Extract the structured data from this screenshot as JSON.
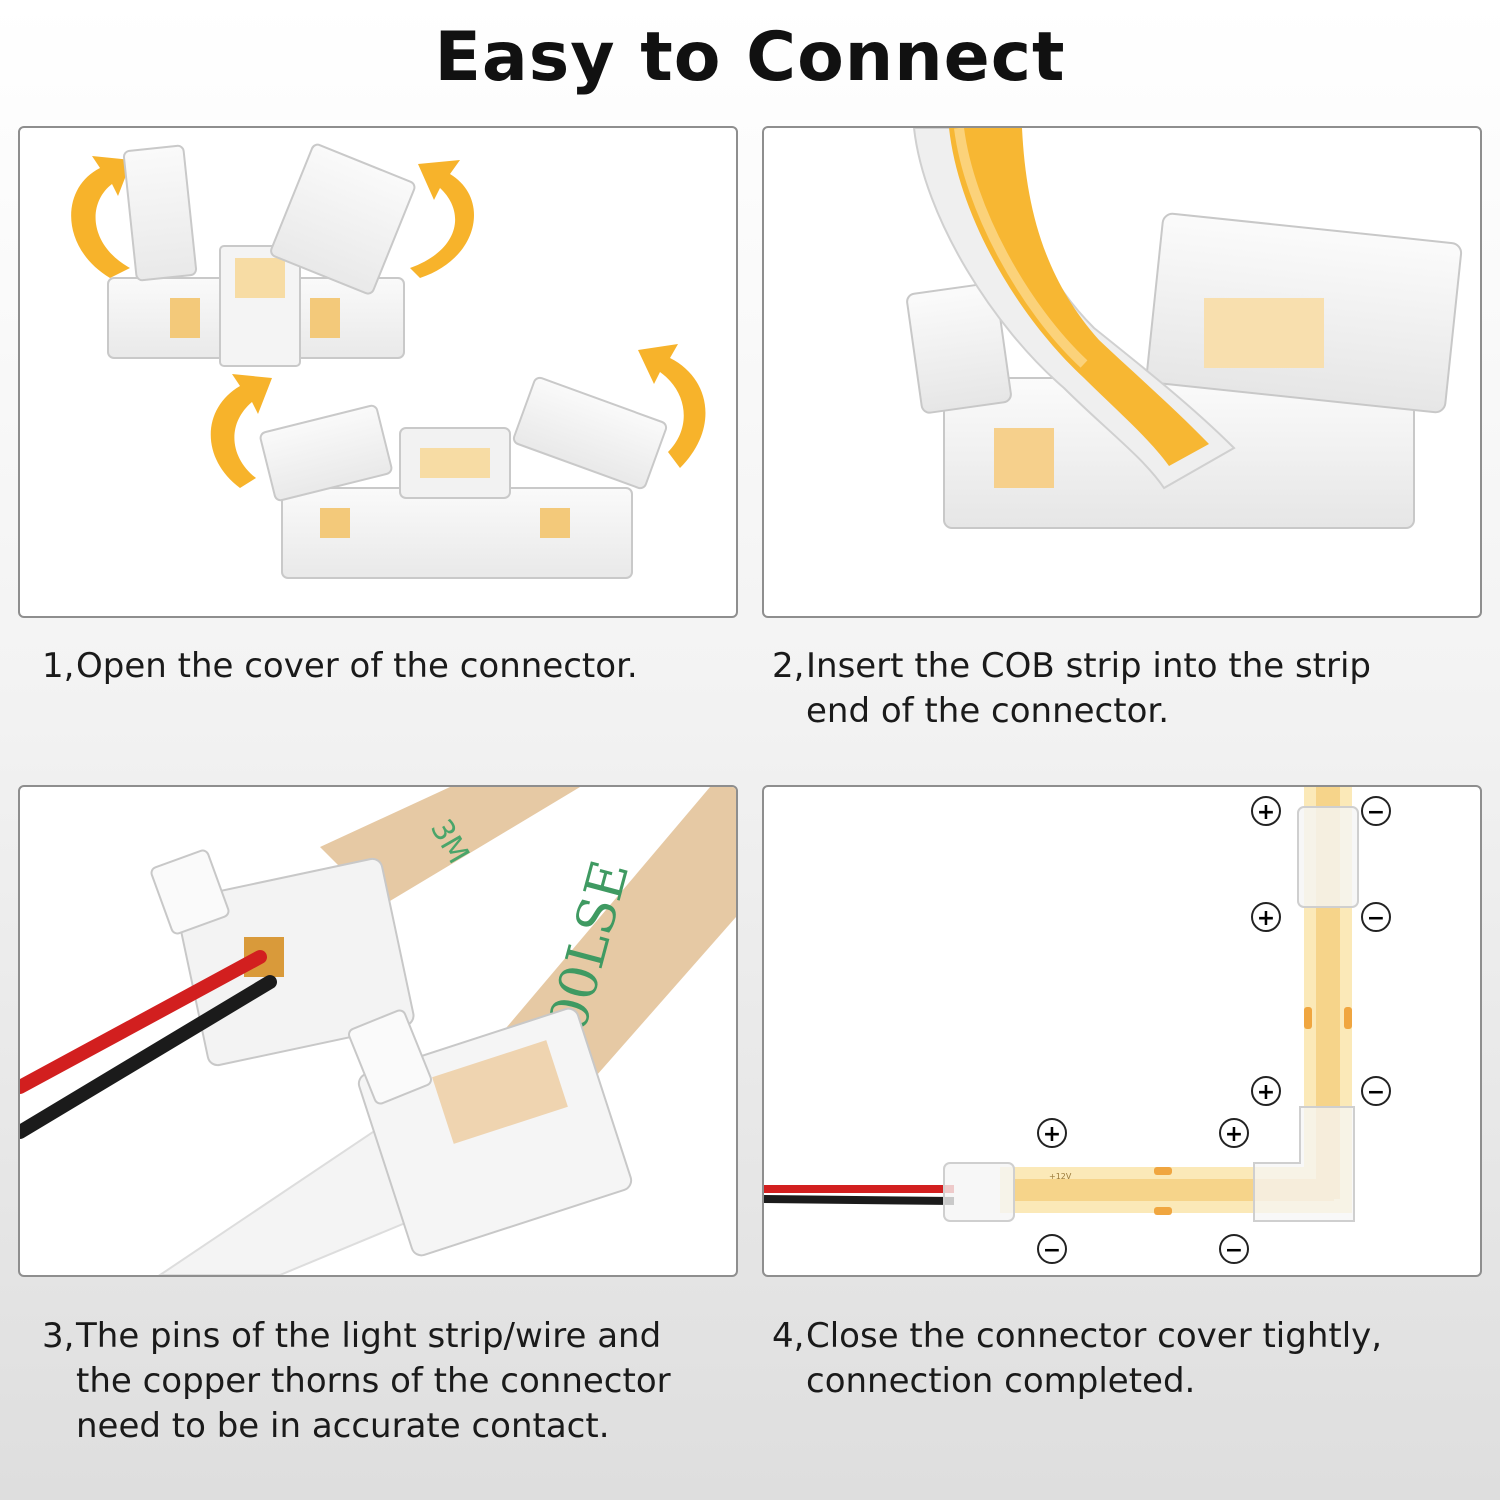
{
  "header": {
    "title": "Easy to Connect"
  },
  "steps": [
    {
      "number": "1,",
      "lines": [
        "Open the cover of the connector."
      ]
    },
    {
      "number": "2,",
      "lines": [
        "Insert the COB strip into the strip",
        "end of the connector."
      ]
    },
    {
      "number": "3,",
      "lines": [
        "The pins of the light strip/wire and",
        "the copper thorns of the connector",
        "need to be in accurate contact."
      ]
    },
    {
      "number": "4,",
      "lines": [
        "Close the connector cover tightly,",
        "connection completed."
      ]
    }
  ],
  "panel3": {
    "tape_text": "300LSE",
    "brand_mark": "3M"
  },
  "panel4": {
    "plus_symbol": "+",
    "minus_symbol": "−",
    "strip_marking": "+12V"
  },
  "colors": {
    "arrow": "#f7b32b",
    "led_strip": "#f6d48a",
    "led_glow": "#fbe9b8",
    "tape": "#e6c9a4",
    "wire_red": "#d21f1f",
    "wire_black": "#1b1b1b",
    "copper": "#d99a3a"
  }
}
